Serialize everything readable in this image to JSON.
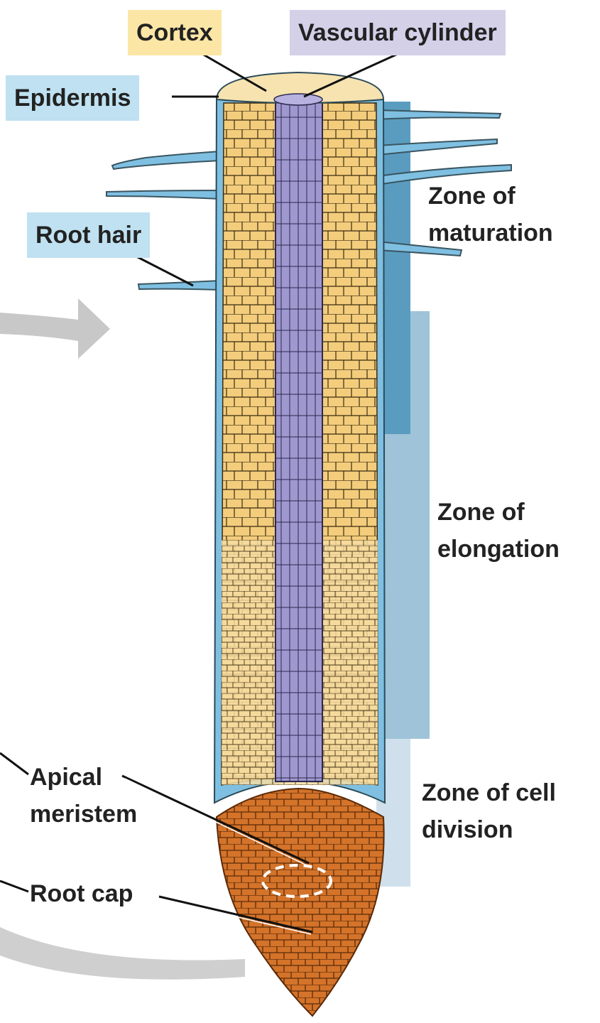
{
  "labels": {
    "cortex": "Cortex",
    "vascular_cylinder": "Vascular cylinder",
    "epidermis": "Epidermis",
    "root_hair": "Root hair",
    "apical_meristem": [
      "Apical",
      "meristem"
    ],
    "root_cap": "Root cap"
  },
  "zones": {
    "maturation": [
      "Zone of",
      "maturation"
    ],
    "elongation": [
      "Zone of",
      "elongation"
    ],
    "cell_division": [
      "Zone of cell",
      "division"
    ]
  },
  "colors": {
    "cortex": "#f3cd7c",
    "vascular": "#9f98cf",
    "epidermis": "#7fc0e2",
    "root_cap": "#d4732a",
    "zone_maturation": "#5a9cc0",
    "zone_elongation": "#9fc3d9",
    "zone_division": "#cfe0ec",
    "arrow": "#c8c8c8"
  }
}
